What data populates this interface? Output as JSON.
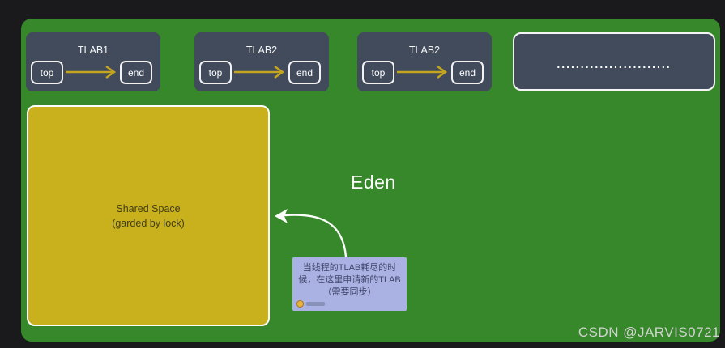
{
  "board": {
    "eden_label": "Eden"
  },
  "tlabs": [
    {
      "title": "TLAB1",
      "top_label": "top",
      "end_label": "end"
    },
    {
      "title": "TLAB2",
      "top_label": "top",
      "end_label": "end"
    },
    {
      "title": "TLAB2",
      "top_label": "top",
      "end_label": "end"
    }
  ],
  "more_box": {
    "dots": "........................"
  },
  "shared_space": {
    "title": "Shared Space",
    "subtitle": "(garded by lock)"
  },
  "note": {
    "lines": [
      "当线程的TLAB耗尽的时",
      "候，在这里申请新的TLAB",
      "（需要同步）"
    ]
  },
  "watermark": "CSDN @JARVIS0721",
  "colors": {
    "background": "#1a1a1c",
    "eden_green": "#37882a",
    "tlab_slate": "#414b5c",
    "pointer_arrow_gold": "#c5a41f",
    "shared_space_gold": "#c8b11c",
    "note_lavender": "#a9b2e2",
    "note_text": "#42466b",
    "white_lines": "#ffffff"
  }
}
